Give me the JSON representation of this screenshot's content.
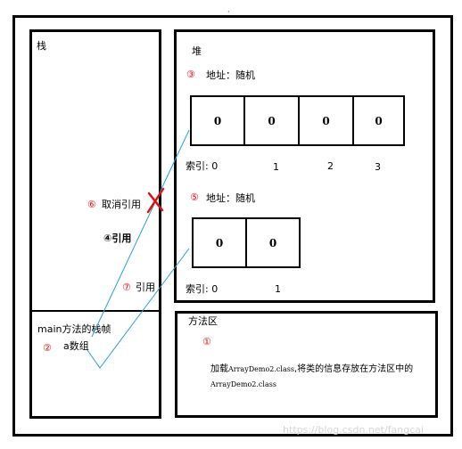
{
  "top_mark": "·",
  "stack": {
    "label": "栈",
    "frame_label": "main方法的栈帧",
    "frame_num": "②",
    "var_label": "a数组"
  },
  "heap": {
    "label": "堆",
    "addr1": {
      "num": "③",
      "label": "地址：随机"
    },
    "array1": {
      "values": [
        "0",
        "0",
        "0",
        "0"
      ],
      "index_label": "索引: 0",
      "indices": [
        "1",
        "2",
        "3"
      ]
    },
    "addr2": {
      "num": "⑤",
      "label": "地址：随机"
    },
    "array2": {
      "values": [
        "0",
        "0"
      ],
      "index_label": "索引: 0",
      "indices": [
        "1"
      ]
    }
  },
  "annotations": {
    "cancel": {
      "num": "⑥",
      "label": "取消引用"
    },
    "ref1": {
      "label": "④引用"
    },
    "ref2": {
      "num": "⑦",
      "label": "引用"
    }
  },
  "method_area": {
    "label": "方法区",
    "num": "①",
    "desc_prefix": "加载",
    "desc_class_inline": "ArrayDemo2.class",
    "desc_rest": ",将类的信息存放在方法区中的",
    "desc_class_line2": "ArrayDemo2.class"
  },
  "watermark": "https://blog.csdn.net/fangcai",
  "colors": {
    "line": "#2aa0d8",
    "cross": "#e01010",
    "circled_num": "#e01010"
  }
}
